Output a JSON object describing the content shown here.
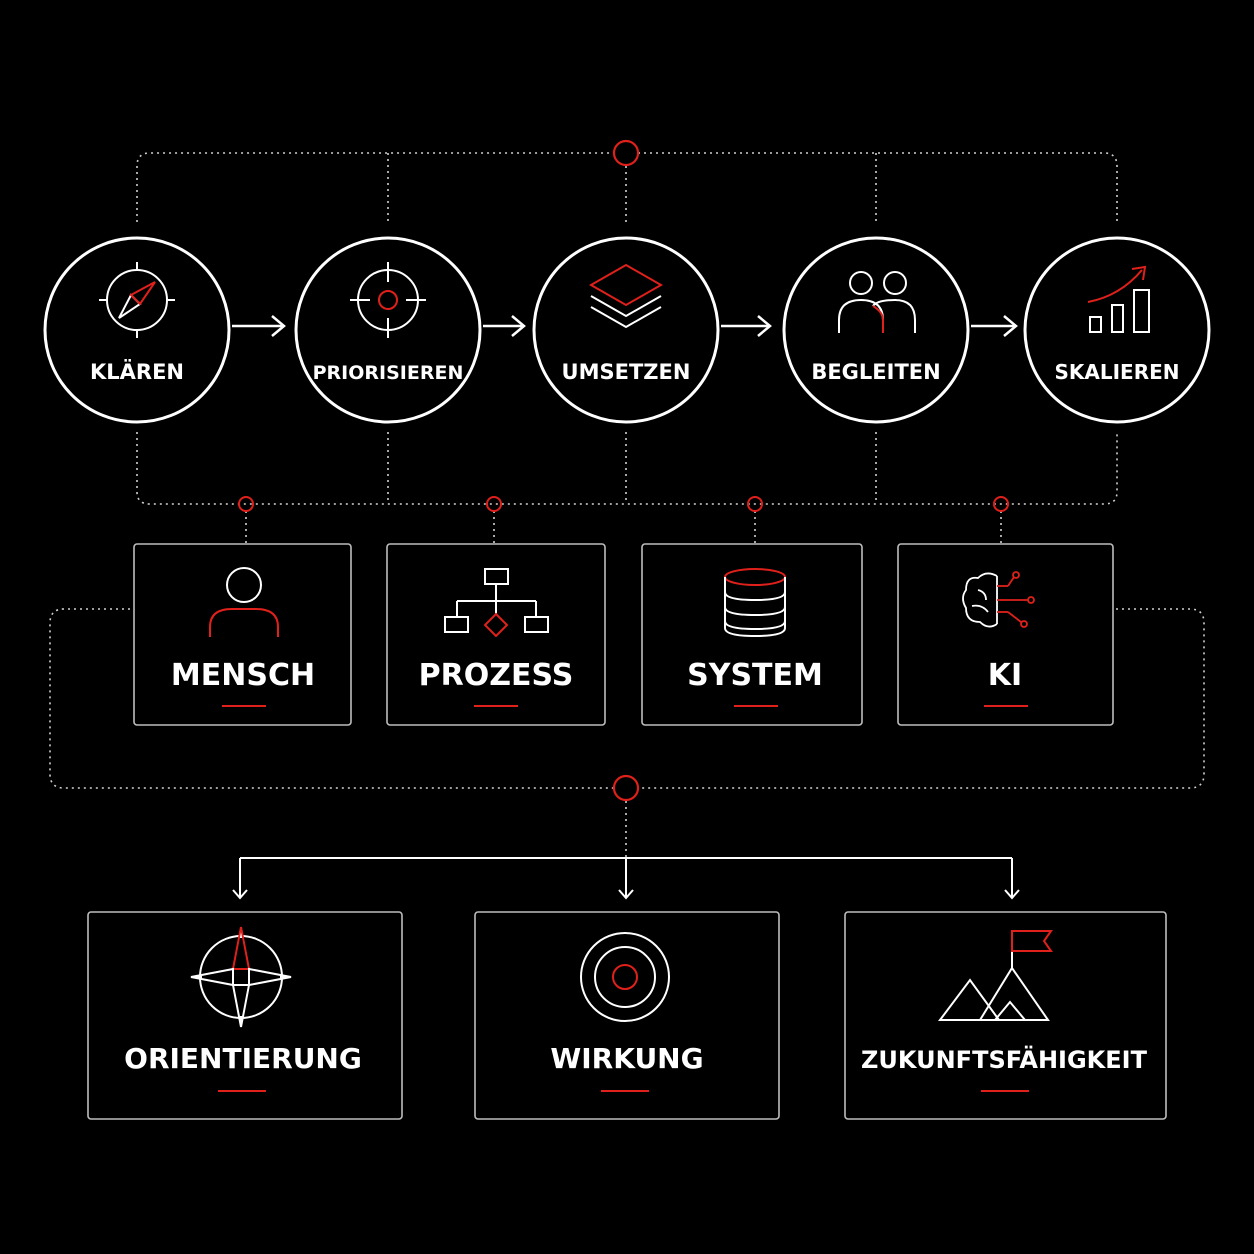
{
  "colors": {
    "background": "#000000",
    "line": "#ffffff",
    "accent": "#e0201b"
  },
  "process_steps": [
    {
      "label": "KLÄREN",
      "icon": "compass-icon"
    },
    {
      "label": "PRIORISIEREN",
      "icon": "crosshair-target-icon"
    },
    {
      "label": "UMSETZEN",
      "icon": "layers-stack-icon"
    },
    {
      "label": "BEGLEITEN",
      "icon": "people-icon"
    },
    {
      "label": "SKALIEREN",
      "icon": "growth-chart-icon"
    }
  ],
  "dimensions": [
    {
      "label": "MENSCH",
      "icon": "person-icon"
    },
    {
      "label": "PROZESS",
      "icon": "flowchart-icon"
    },
    {
      "label": "SYSTEM",
      "icon": "database-icon"
    },
    {
      "label": "KI",
      "icon": "ai-brain-icon"
    }
  ],
  "outcomes": [
    {
      "label": "ORIENTIERUNG",
      "icon": "compass-rose-icon"
    },
    {
      "label": "WIRKUNG",
      "icon": "bullseye-icon"
    },
    {
      "label": "ZUKUNFTSFÄHIGKEIT",
      "icon": "mountain-flag-icon"
    }
  ]
}
